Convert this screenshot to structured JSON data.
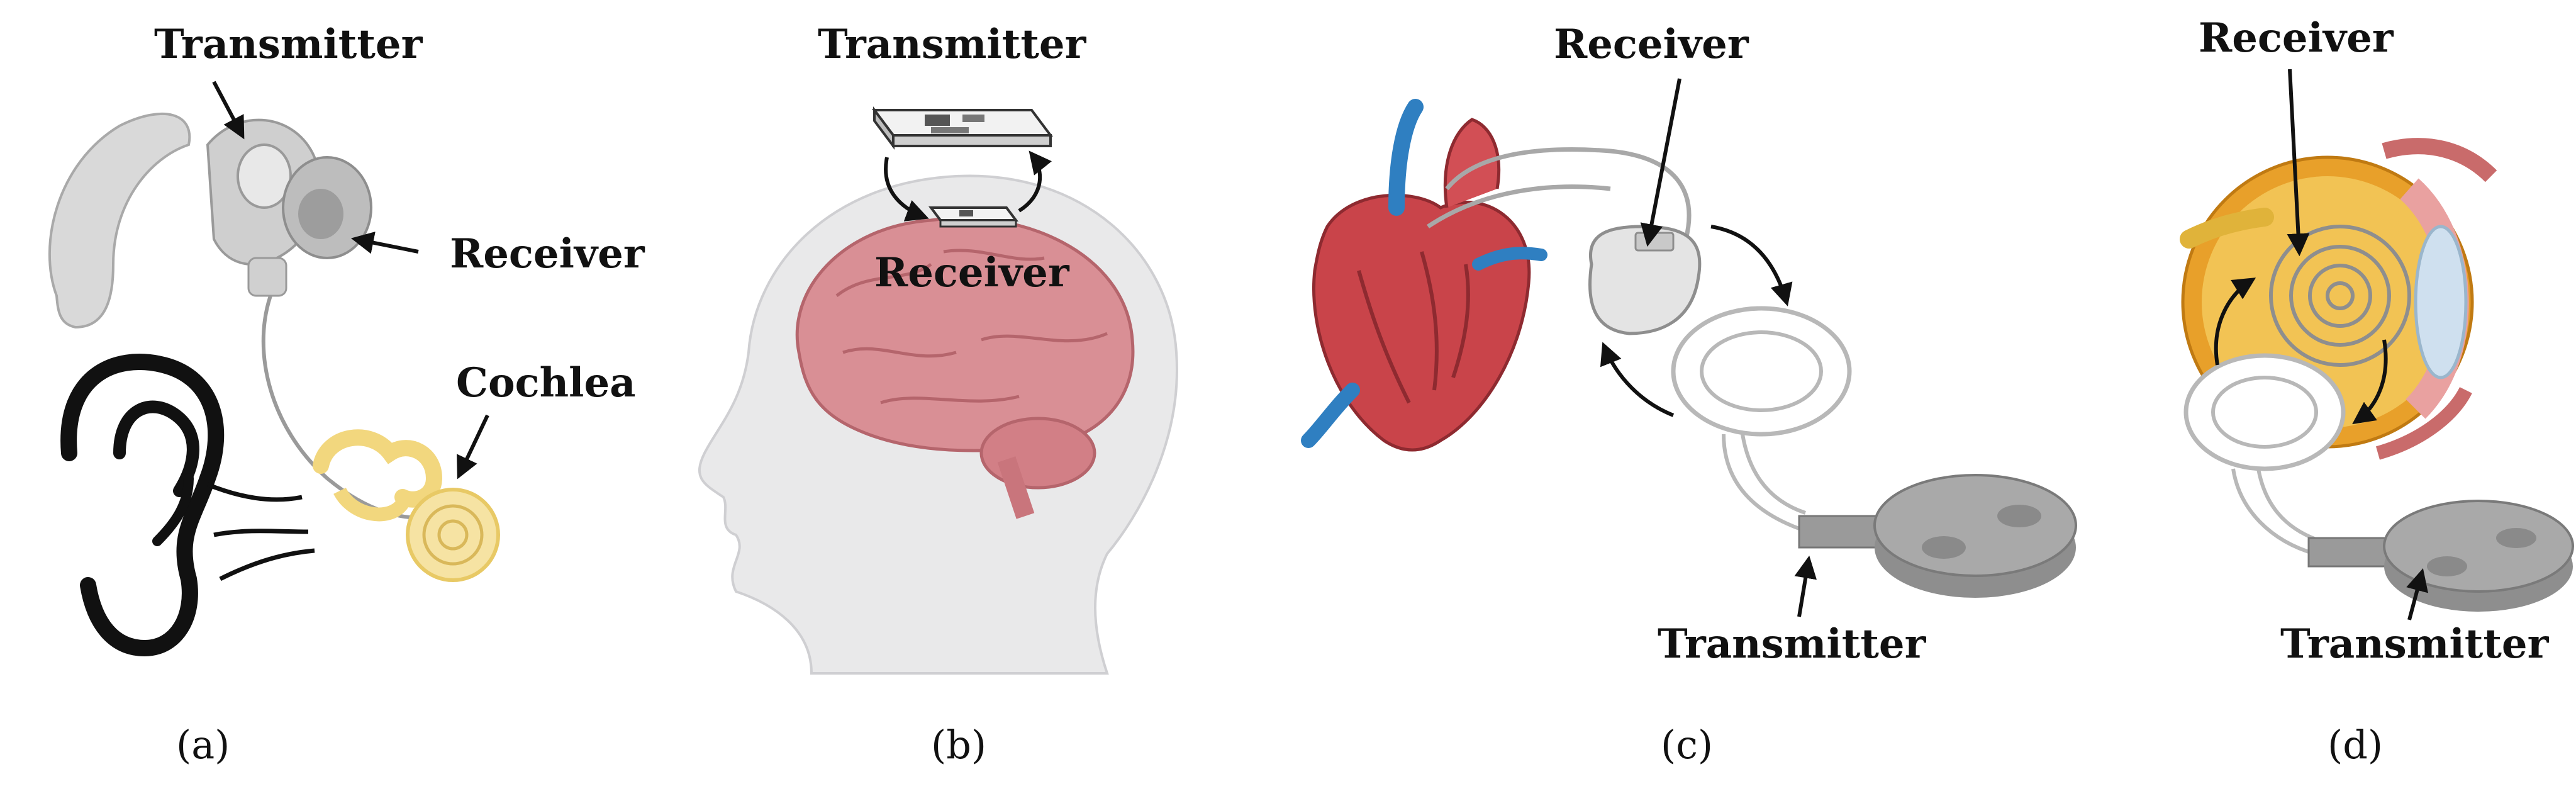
{
  "panel_a": {
    "caption": "(a)",
    "labels": {
      "transmitter": "Transmitter",
      "receiver": "Receiver",
      "cochlea": "Cochlea"
    }
  },
  "panel_b": {
    "caption": "(b)",
    "labels": {
      "transmitter": "Transmitter",
      "receiver": "Receiver"
    }
  },
  "panel_c": {
    "caption": "(c)",
    "labels": {
      "receiver": "Receiver",
      "transmitter": "Transmitter"
    }
  },
  "panel_d": {
    "caption": "(d)",
    "labels": {
      "receiver": "Receiver",
      "transmitter": "Transmitter"
    }
  },
  "colors": {
    "device_gray": "#c9c9c9",
    "device_dark": "#8e8e8e",
    "cochlea_yellow": "#f2d77e",
    "brain_pink": "#d98f95",
    "head_gray": "#e9e9ea",
    "heart_red": "#c9444a",
    "vessel_blue": "#2f7fc1",
    "eye_orange": "#e8a02a"
  }
}
